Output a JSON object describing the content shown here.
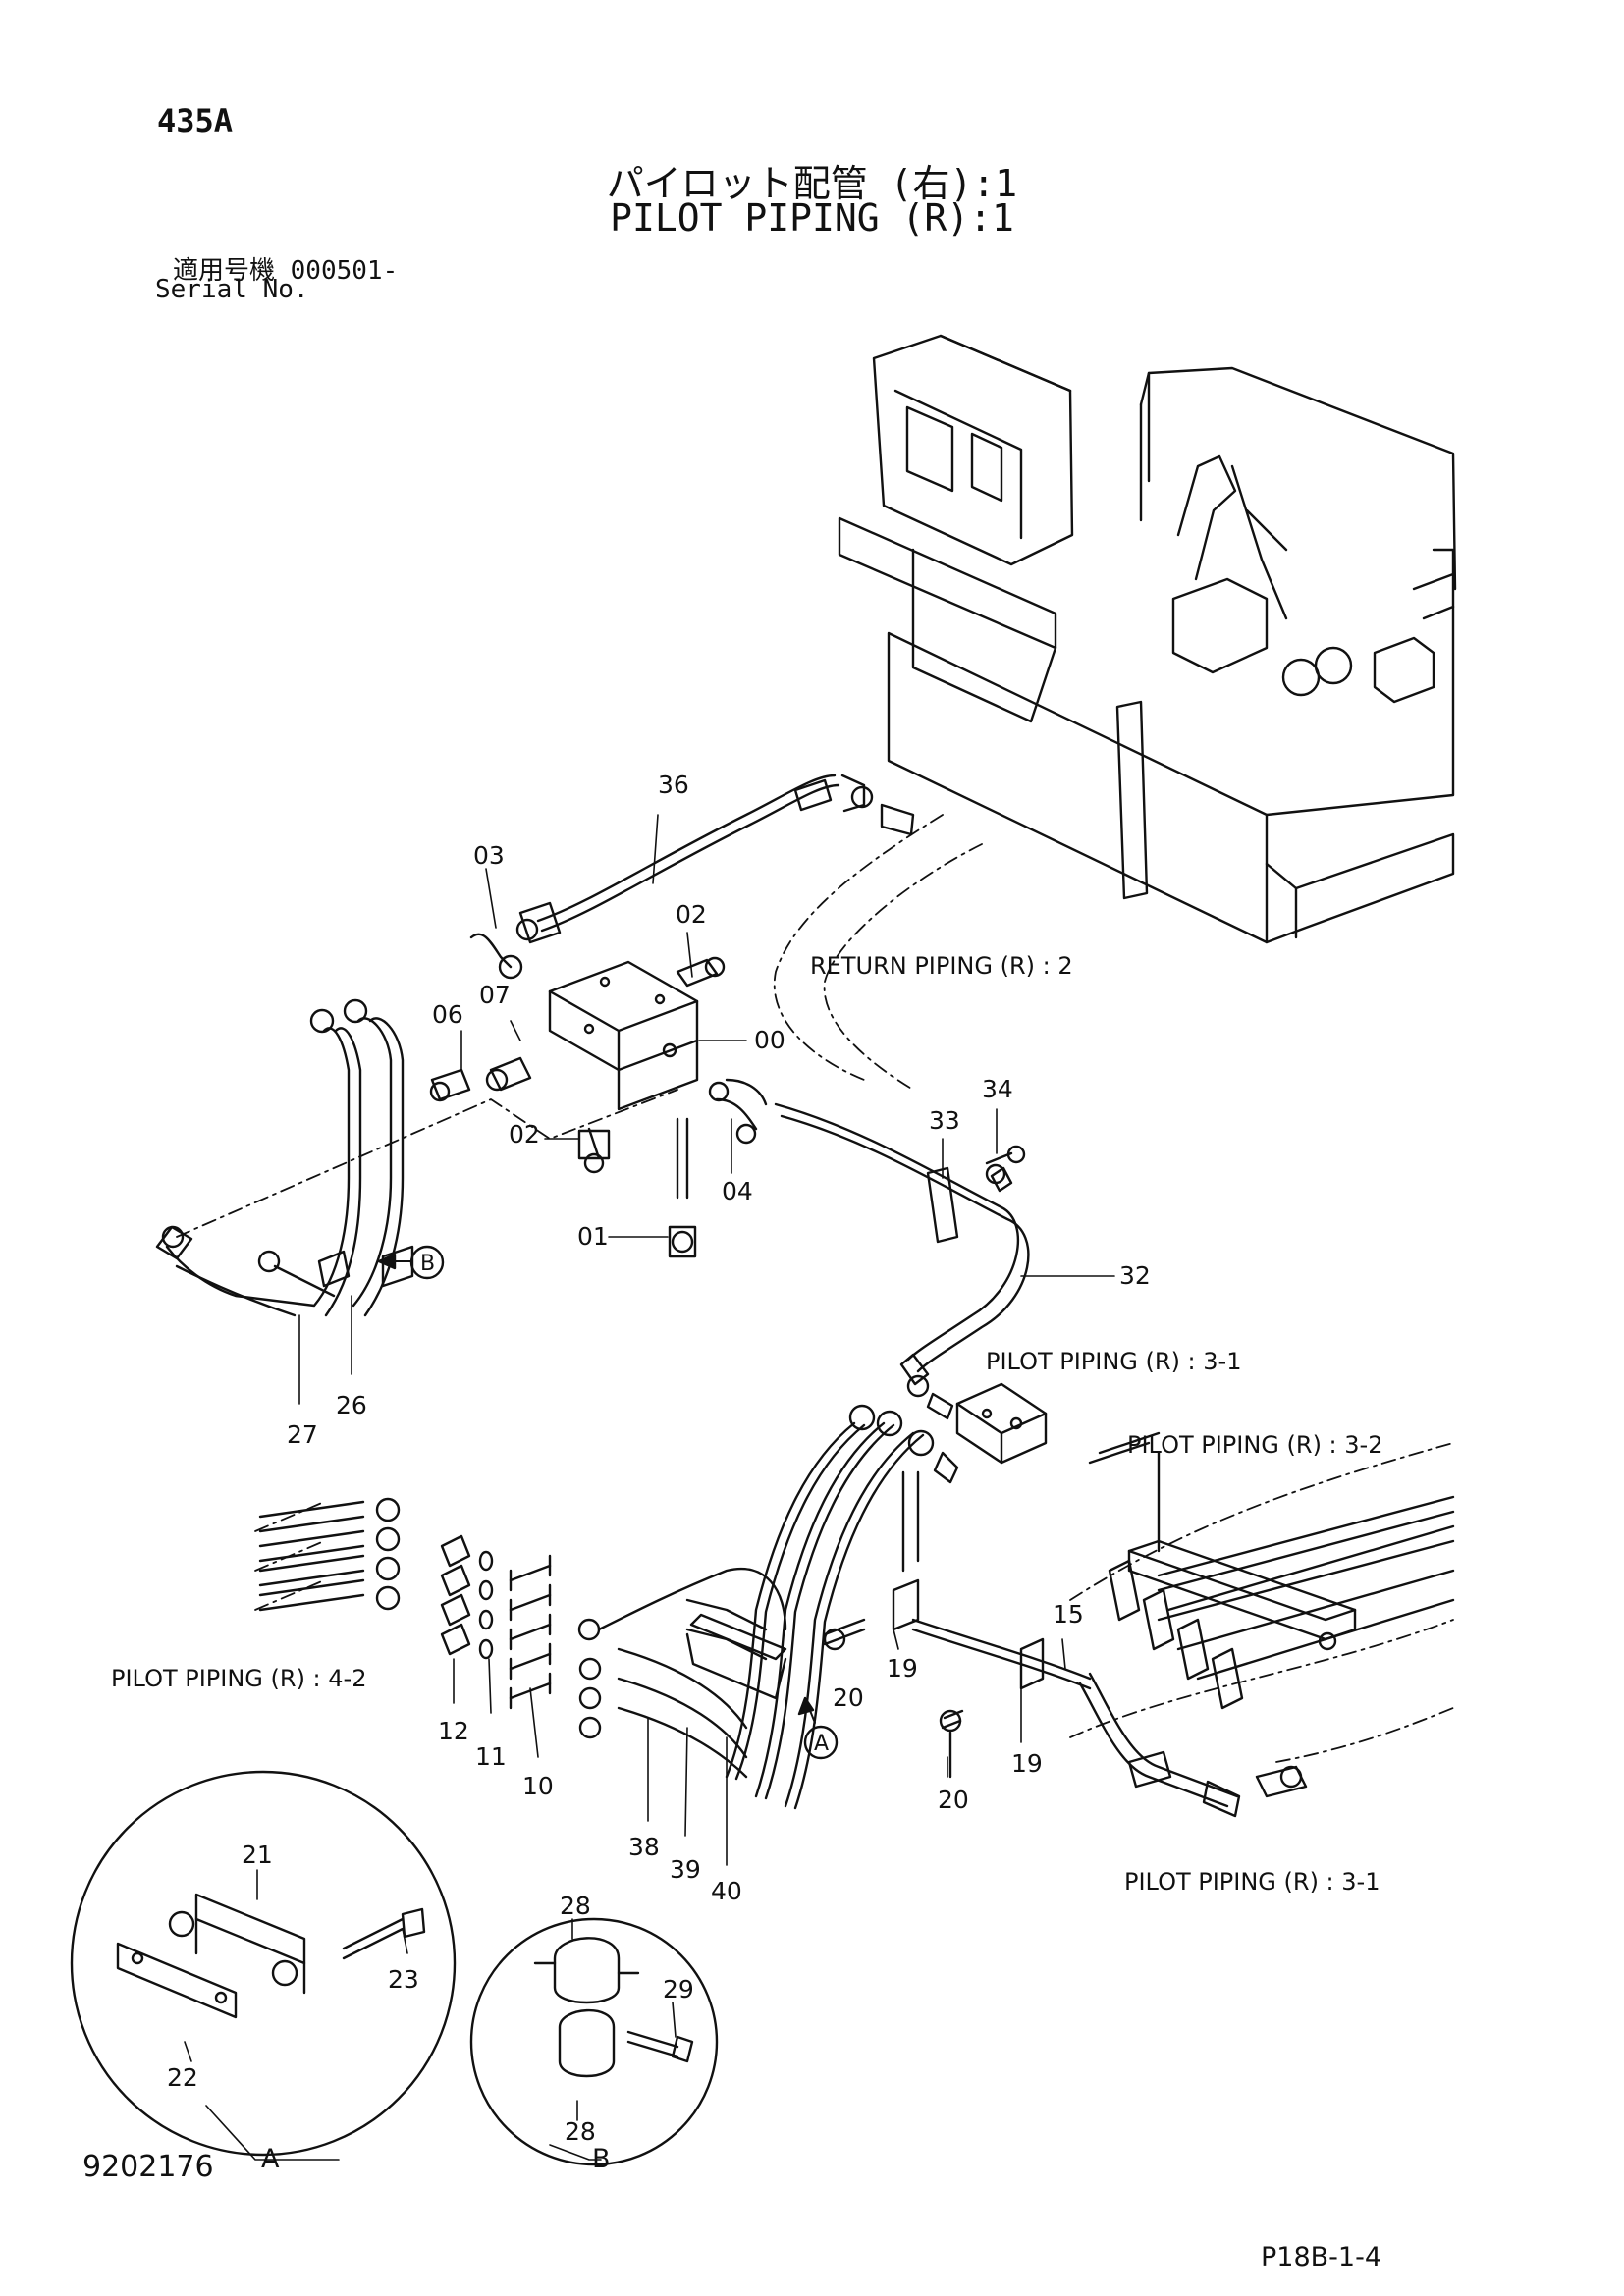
{
  "header": {
    "page_code": "435A",
    "title_jp": "パイロット配管 (右):1",
    "title_en": "PILOT PIPING (R):1",
    "serial_label_jp": "適用号機  000501-",
    "serial_label_en": "Serial No."
  },
  "footer": {
    "drawing_number": "9202176",
    "page_ref": "P18B-1-4"
  },
  "references": {
    "return_piping": "RETURN  PIPING (R) : 2",
    "pilot_3_1_upper": "PILOT  PIPING (R) : 3-1",
    "pilot_3_2": "PILOT  PIPING (R) : 3-2",
    "pilot_4_2": "PILOT  PIPING (R) : 4-2",
    "pilot_3_1_lower": "PILOT  PIPING (R) : 3-1"
  },
  "callouts": {
    "p36": "36",
    "p03": "03",
    "p02a": "02",
    "p07": "07",
    "p06": "06",
    "p00": "00",
    "p02b": "02",
    "p04": "04",
    "p01": "01",
    "p34": "34",
    "p33": "33",
    "p32": "32",
    "p27": "27",
    "p26": "26",
    "p15": "15",
    "p19a": "19",
    "p20a": "20",
    "p19b": "19",
    "p20b": "20",
    "p12": "12",
    "p11": "11",
    "p10": "10",
    "p38": "38",
    "p39": "39",
    "p40": "40",
    "p21": "21",
    "p22": "22",
    "p23": "23",
    "p28a": "28",
    "p29": "29",
    "p28b": "28"
  },
  "detail_markers": {
    "a": "A",
    "b": "B",
    "detail_a": "A",
    "detail_b": "B"
  },
  "colors": {
    "ink": "#111111",
    "paper": "#ffffff"
  }
}
